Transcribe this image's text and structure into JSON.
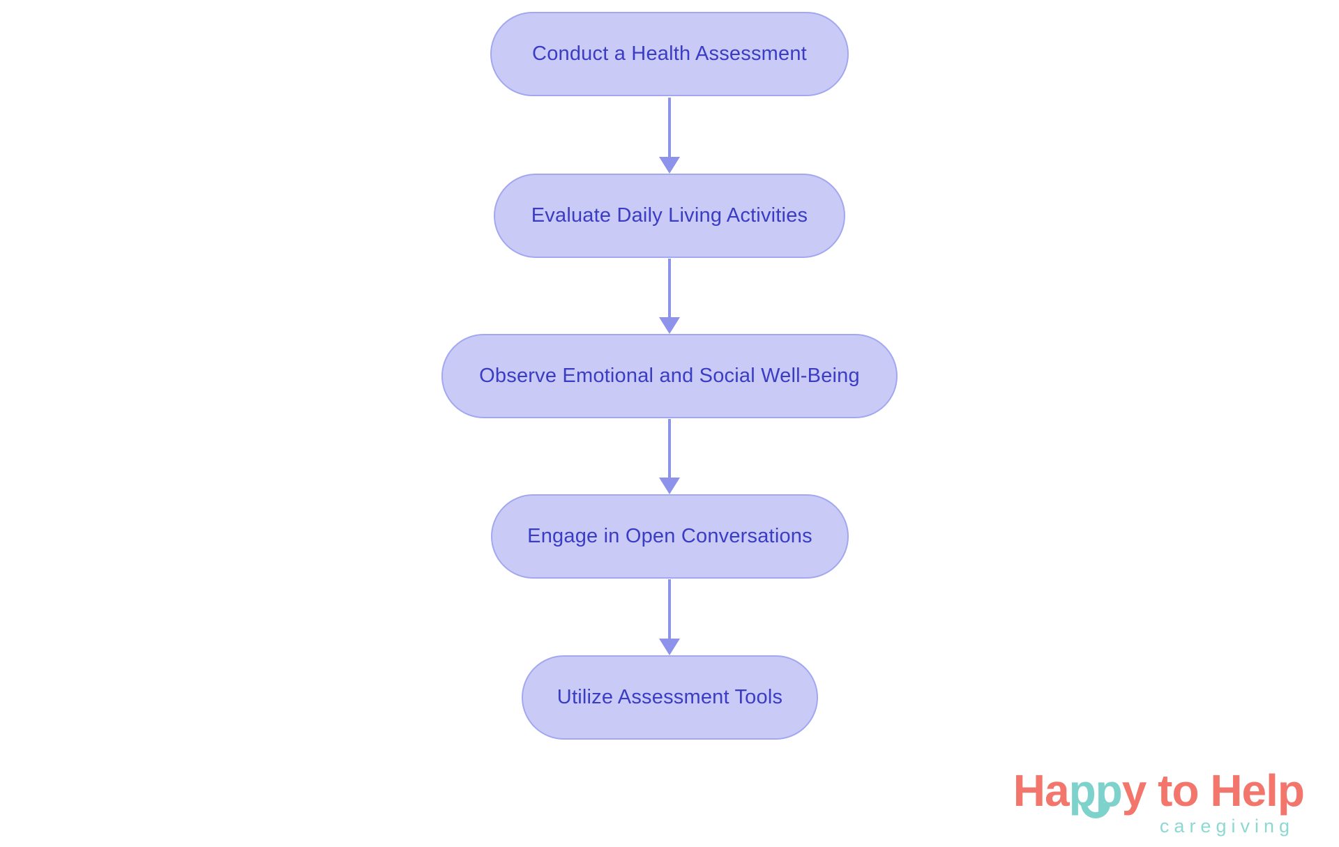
{
  "diagram": {
    "type": "flowchart",
    "direction": "top-down",
    "nodes": [
      {
        "id": 0,
        "label": "Conduct a Health Assessment"
      },
      {
        "id": 1,
        "label": "Evaluate Daily Living Activities"
      },
      {
        "id": 2,
        "label": "Observe Emotional and Social Well-Being"
      },
      {
        "id": 3,
        "label": "Engage in Open Conversations"
      },
      {
        "id": 4,
        "label": "Utilize Assessment Tools"
      }
    ],
    "edges": [
      {
        "from": 0,
        "to": 1
      },
      {
        "from": 1,
        "to": 2
      },
      {
        "from": 2,
        "to": 3
      },
      {
        "from": 3,
        "to": 4
      }
    ],
    "colors": {
      "node_fill": "#c9cbf6",
      "node_border": "#a2a7f0",
      "node_text": "#3b3cc4",
      "arrow": "#8d92ea"
    }
  },
  "logo": {
    "brand": "Happy to Help",
    "word_parts": {
      "ha": "Ha",
      "pp": "pp",
      "y": "y",
      "to": " to ",
      "help": "Help"
    },
    "tagline": "caregiving",
    "colors": {
      "coral": "#f3766c",
      "teal": "#7dd2cb",
      "tagline_teal": "#8ed8d2"
    }
  }
}
